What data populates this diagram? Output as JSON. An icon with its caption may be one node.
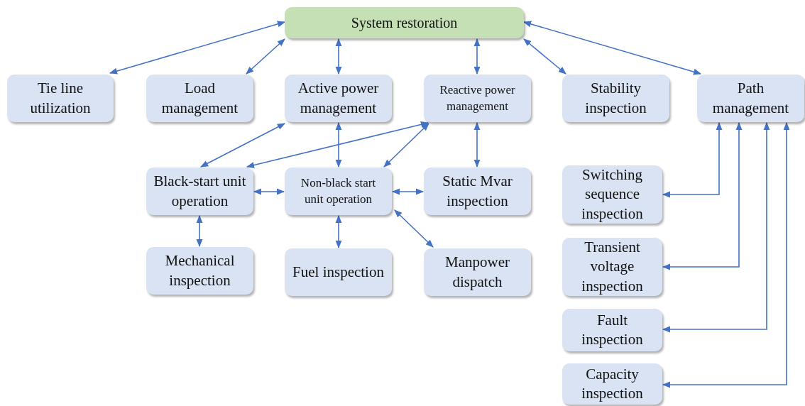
{
  "diagram": {
    "nodes": [
      {
        "text": [
          "System restoration"
        ]
      },
      {
        "text": [
          "Tie line utilization"
        ]
      },
      {
        "text": [
          "Load management"
        ]
      },
      {
        "text": [
          "Active power management"
        ]
      },
      {
        "text": [
          "Reactive power management"
        ]
      },
      {
        "text": [
          "Stability inspection"
        ]
      },
      {
        "text": [
          "Path management"
        ]
      },
      {
        "text": [
          "Black-start unit operation"
        ]
      },
      {
        "text": [
          "Non-black start unit operation"
        ]
      },
      {
        "text": [
          "Static Mvar inspection"
        ]
      },
      {
        "text": [
          "Mechanical inspection"
        ]
      },
      {
        "text": [
          "Fuel inspection"
        ]
      },
      {
        "text": [
          "Manpower dispatch"
        ]
      },
      {
        "text": [
          "Switching sequence inspection"
        ]
      },
      {
        "text": [
          "Transient voltage inspection"
        ]
      },
      {
        "text": [
          "Fault inspection"
        ]
      },
      {
        "text": [
          "Capacity inspection"
        ]
      }
    ],
    "edges": [
      {
        "from": 0,
        "to": 1,
        "arrow": "both"
      },
      {
        "from": 0,
        "to": 2,
        "arrow": "both"
      },
      {
        "from": 0,
        "to": 3,
        "arrow": "both"
      },
      {
        "from": 0,
        "to": 4,
        "arrow": "both"
      },
      {
        "from": 0,
        "to": 5,
        "arrow": "both"
      },
      {
        "from": 0,
        "to": 6,
        "arrow": "both"
      },
      {
        "from": 3,
        "to": 7,
        "arrow": "both"
      },
      {
        "from": 4,
        "to": 7,
        "arrow": "both"
      },
      {
        "from": 3,
        "to": 8,
        "arrow": "both"
      },
      {
        "from": 4,
        "to": 8,
        "arrow": "both"
      },
      {
        "from": 4,
        "to": 9,
        "arrow": "both"
      },
      {
        "from": 7,
        "to": 8,
        "arrow": "both"
      },
      {
        "from": 8,
        "to": 9,
        "arrow": "both"
      },
      {
        "from": 7,
        "to": 10,
        "arrow": "both"
      },
      {
        "from": 8,
        "to": 11,
        "arrow": "both"
      },
      {
        "from": 8,
        "to": 12,
        "arrow": "both"
      },
      {
        "from": 6,
        "to": 13,
        "arrow": "both"
      },
      {
        "from": 6,
        "to": 14,
        "arrow": "both"
      },
      {
        "from": 6,
        "to": 15,
        "arrow": "both"
      },
      {
        "from": 6,
        "to": 16,
        "arrow": "both"
      }
    ]
  }
}
